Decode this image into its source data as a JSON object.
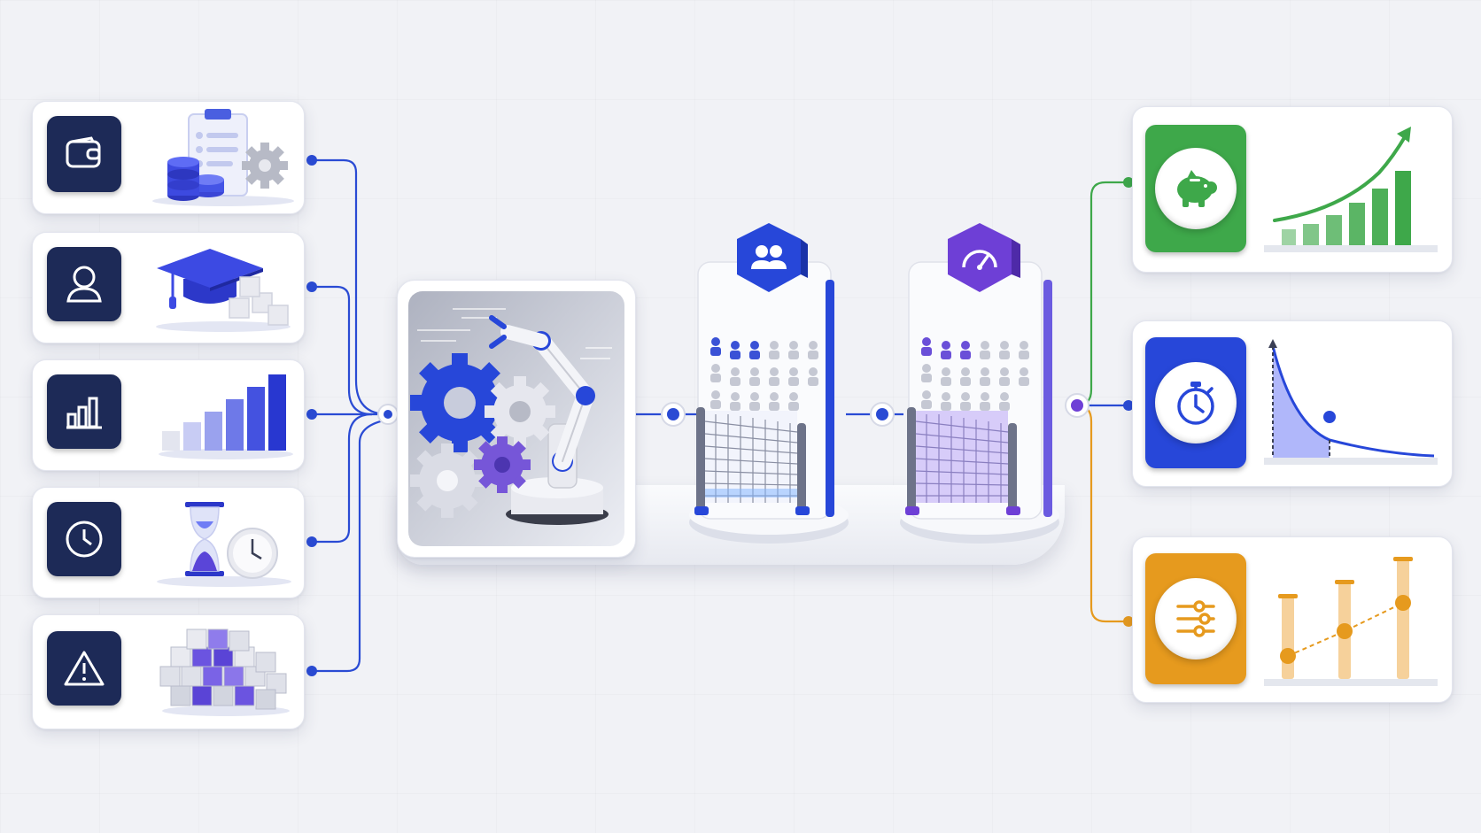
{
  "colors": {
    "navy": "#1d2a57",
    "blue": "#2747d9",
    "purple": "#6e3fd6",
    "green": "#3ea84a",
    "orange": "#e69a1e",
    "line_blue": "#2a4bd4",
    "line_green": "#3ea84a",
    "line_orange": "#e69a1e"
  },
  "inputs": [
    {
      "icon": "wallet-icon",
      "illustration": "clipboard-coins-gear"
    },
    {
      "icon": "user-icon",
      "illustration": "graduation-cap-blocks"
    },
    {
      "icon": "bar-chart-icon",
      "illustration": "ascending-bars"
    },
    {
      "icon": "clock-icon",
      "illustration": "hourglass-clock"
    },
    {
      "icon": "warning-icon",
      "illustration": "cube-grid"
    }
  ],
  "stages": [
    {
      "icon": "robot-arm-gears-icon"
    },
    {
      "icon": "people-group-icon",
      "color": "#2747d9"
    },
    {
      "icon": "speedometer-icon",
      "color": "#6e3fd6"
    }
  ],
  "outputs": [
    {
      "icon": "piggy-bank-icon",
      "color": "#3ea84a",
      "illustration": "rising-bars-arrow"
    },
    {
      "icon": "stopwatch-icon",
      "color": "#2747d9",
      "illustration": "decay-curve"
    },
    {
      "icon": "sliders-icon",
      "color": "#e69a1e",
      "illustration": "gauge-columns"
    }
  ]
}
